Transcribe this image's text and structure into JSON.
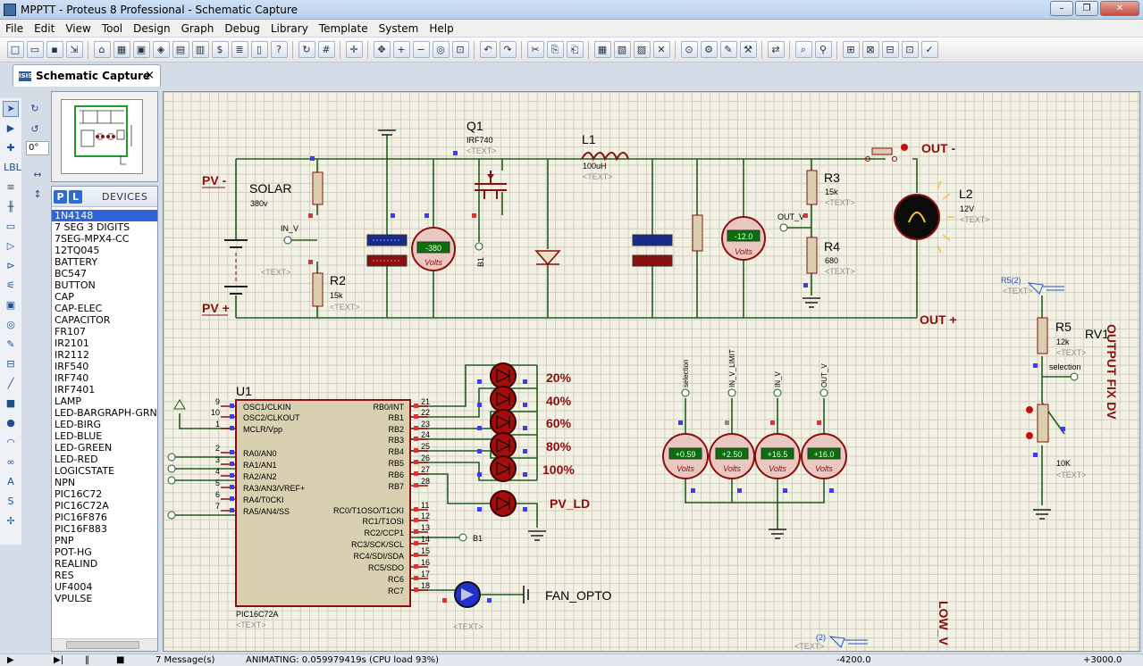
{
  "window": {
    "title": "MPPTT - Proteus 8 Professional - Schematic Capture"
  },
  "menu": [
    "File",
    "Edit",
    "View",
    "Tool",
    "Design",
    "Graph",
    "Debug",
    "Library",
    "Template",
    "System",
    "Help"
  ],
  "tab": {
    "label": "Schematic Capture",
    "close": "×"
  },
  "left_tools": {
    "angle": "0°"
  },
  "devices": {
    "title": "DEVICES",
    "p_button": "P",
    "l_button": "L",
    "selected": "1N4148",
    "items": [
      "1N4148",
      "7 SEG 3 DIGITS",
      "7SEG-MPX4-CC",
      "12TQ045",
      "BATTERY",
      "BC547",
      "BUTTON",
      "CAP",
      "CAP-ELEC",
      "CAPACITOR",
      "FR107",
      "IR2101",
      "IR2112",
      "IRF540",
      "IRF740",
      "IRF7401",
      "LAMP",
      "LED-BARGRAPH-GRN",
      "LED-BIRG",
      "LED-BLUE",
      "LED-GREEN",
      "LED-RED",
      "LOGICSTATE",
      "NPN",
      "PIC16C72",
      "PIC16C72A",
      "PIC16F876",
      "PIC16F883",
      "PNP",
      "POT-HG",
      "REALIND",
      "RES",
      "UF4004",
      "VPULSE"
    ]
  },
  "schematic": {
    "pv_minus": "PV -",
    "pv_plus": "PV +",
    "out_minus": "OUT -",
    "out_plus": "OUT +",
    "solar": {
      "name": "SOLAR",
      "value": "380v"
    },
    "q1": {
      "name": "Q1",
      "part": "IRF740"
    },
    "l1": {
      "name": "L1",
      "value": "100uH"
    },
    "r2": {
      "name": "R2",
      "value": "15k"
    },
    "r3": {
      "name": "R3",
      "value": "15k"
    },
    "r4": {
      "name": "R4",
      "value": "680"
    },
    "r5": {
      "name": "R5",
      "value": "12k"
    },
    "rv1": {
      "name": "RV1",
      "value": "10K"
    },
    "l2": {
      "name": "L2",
      "value": "12V"
    },
    "text_placeholder": "<TEXT>",
    "net_in_v": "IN_V",
    "net_out_v": "OUT_V",
    "net_b1": "B1",
    "volts": "Volts",
    "volt_in": "-380",
    "volt_out": "-12.0",
    "volts_bottom": [
      {
        "value": "+0.59",
        "net": "selection"
      },
      {
        "value": "+2.50",
        "net": "IN_V_LIMIT"
      },
      {
        "value": "+16.5",
        "net": "IN_V"
      },
      {
        "value": "+16.0",
        "net": "OUT_V"
      }
    ],
    "u1": {
      "name": "U1",
      "part": "PIC16C72A",
      "left_pins": [
        {
          "num": "9",
          "name": "OSC1/CLKIN"
        },
        {
          "num": "10",
          "name": "OSC2/CLKOUT"
        },
        {
          "num": "1",
          "name": "MCLR/Vpp"
        },
        {
          "num": "2",
          "name": "RA0/AN0"
        },
        {
          "num": "3",
          "name": "RA1/AN1"
        },
        {
          "num": "4",
          "name": "RA2/AN2"
        },
        {
          "num": "5",
          "name": "RA3/AN3/VREF+"
        },
        {
          "num": "6",
          "name": "RA4/T0CKI"
        },
        {
          "num": "7",
          "name": "RA5/AN4/SS"
        }
      ],
      "right_pins": [
        {
          "num": "21",
          "name": "RB0/INT"
        },
        {
          "num": "22",
          "name": "RB1"
        },
        {
          "num": "23",
          "name": "RB2"
        },
        {
          "num": "24",
          "name": "RB3"
        },
        {
          "num": "25",
          "name": "RB4"
        },
        {
          "num": "26",
          "name": "RB5"
        },
        {
          "num": "27",
          "name": "RB6"
        },
        {
          "num": "28",
          "name": "RB7"
        },
        {
          "num": "11",
          "name": "RC0/T1OSO/T1CKI"
        },
        {
          "num": "12",
          "name": "RC1/T1OSI"
        },
        {
          "num": "13",
          "name": "RC2/CCP1"
        },
        {
          "num": "14",
          "name": "RC3/SCK/SCL"
        },
        {
          "num": "15",
          "name": "RC4/SDI/SDA"
        },
        {
          "num": "16",
          "name": "RC5/SDO"
        },
        {
          "num": "17",
          "name": "RC6"
        },
        {
          "num": "18",
          "name": "RC7"
        }
      ]
    },
    "led_labels": [
      "20%",
      "40%",
      "60%",
      "80%",
      "100%"
    ],
    "pv_ld": "PV_LD",
    "fan_opto": "FAN_OPTO",
    "output_fix": "OUTPUT FIX DV",
    "low_v": "LOW_V",
    "r5_2": "R5(2)",
    "probe_2": "(2)",
    "selection": "selection"
  },
  "status": {
    "messages": "7 Message(s)",
    "animating": "ANIMATING: 0.059979419s (CPU load 93%)",
    "coord1": "-4200.0",
    "coord2": "+3000.0"
  },
  "colors": {
    "wire": "#1f5e1f",
    "component": "#8a0f0f",
    "led": "#a50c0c",
    "voltmeter_display": "#0a6e0a",
    "pin_blue": "#3b3bff",
    "pin_red": "#e23030"
  }
}
